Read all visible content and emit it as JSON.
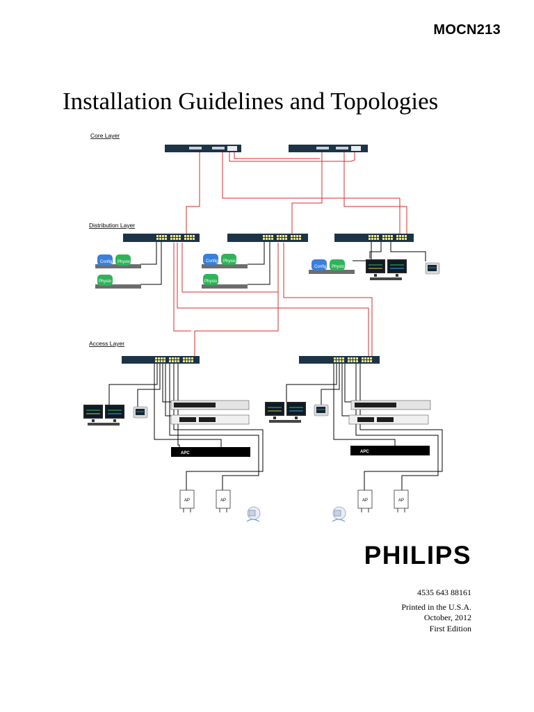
{
  "header": {
    "doc_code": "MOCN213"
  },
  "title": "Installation Guidelines and Topologies",
  "diagram": {
    "layers": {
      "core": "Core Layer",
      "distribution": "Distribution Layer",
      "access": "Access Layer"
    },
    "labels": {
      "config": "Config",
      "physio": "Physio",
      "apc": "APC",
      "ap": "AP"
    },
    "colors": {
      "uplink": "#d92b2b",
      "cable": "#000000",
      "switch": "#1d3347",
      "db": "#3a7fd9",
      "db_green": "#2fb35a"
    }
  },
  "brand": "PHILIPS",
  "footer": {
    "part_number": "4535 643 88161",
    "printed": "Printed in the U.S.A.",
    "date": "October, 2012",
    "edition": "First Edition"
  }
}
